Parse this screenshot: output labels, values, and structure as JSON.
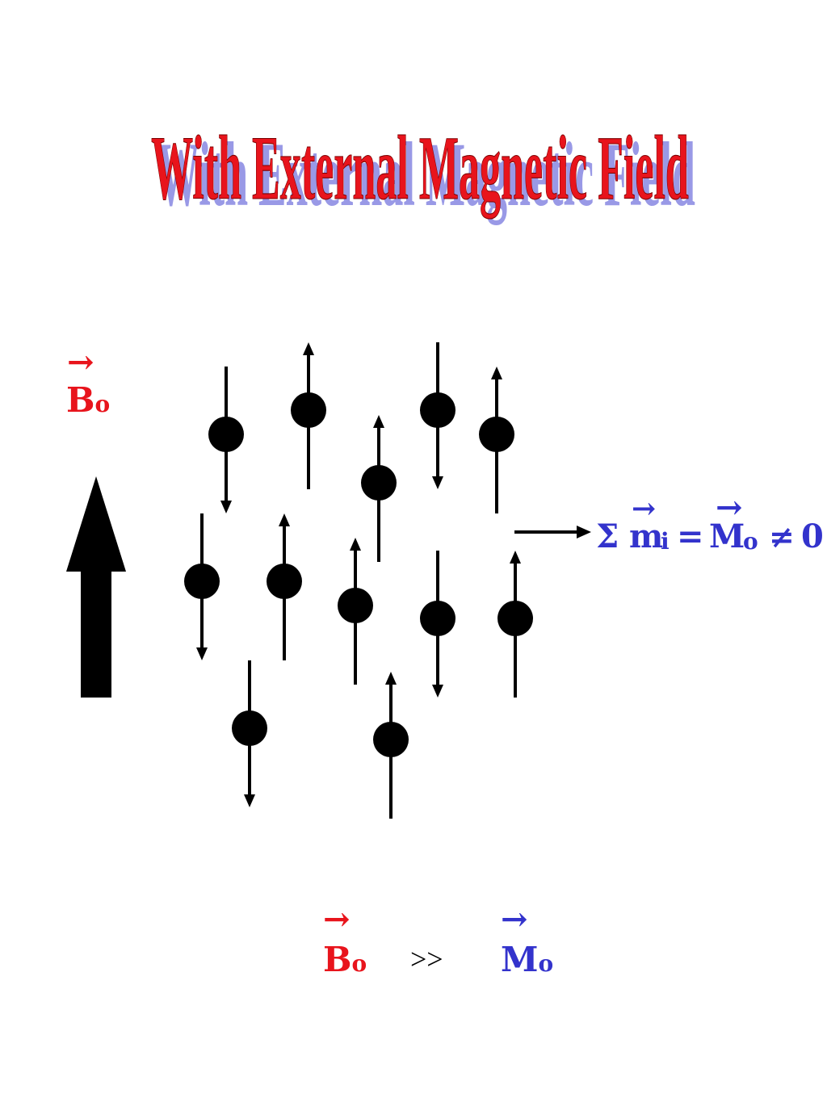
{
  "title": "With External Magnetic Field",
  "field_label": {
    "symbol": "B",
    "subscript": "o",
    "vector_arrow": "→"
  },
  "sum_label": {
    "sigma": "Σ",
    "m_symbol": "m",
    "m_subscript": "i",
    "equals": "=",
    "M_symbol": "M",
    "M_subscript": "o",
    "not_equal": "≠",
    "zero": "0",
    "vector_arrow": "→"
  },
  "comparison": {
    "left_symbol": "B",
    "left_subscript": "o",
    "operator": ">>",
    "right_symbol": "M",
    "right_subscript": "o",
    "vector_arrow": "→"
  },
  "spins": [
    {
      "id": "s1",
      "direction": "down"
    },
    {
      "id": "s2",
      "direction": "up"
    },
    {
      "id": "s3",
      "direction": "down"
    },
    {
      "id": "s4",
      "direction": "up"
    },
    {
      "id": "s5",
      "direction": "up"
    },
    {
      "id": "s6",
      "direction": "down"
    },
    {
      "id": "s7",
      "direction": "up"
    },
    {
      "id": "s8",
      "direction": "up"
    },
    {
      "id": "s9",
      "direction": "down"
    },
    {
      "id": "s10",
      "direction": "up"
    },
    {
      "id": "s11",
      "direction": "down"
    },
    {
      "id": "s12",
      "direction": "up"
    }
  ],
  "colors": {
    "title_fill": "#e8141c",
    "title_shadow": "#9999e6",
    "field": "#e8141c",
    "magnetization": "#3333cc",
    "ink": "#000000"
  }
}
